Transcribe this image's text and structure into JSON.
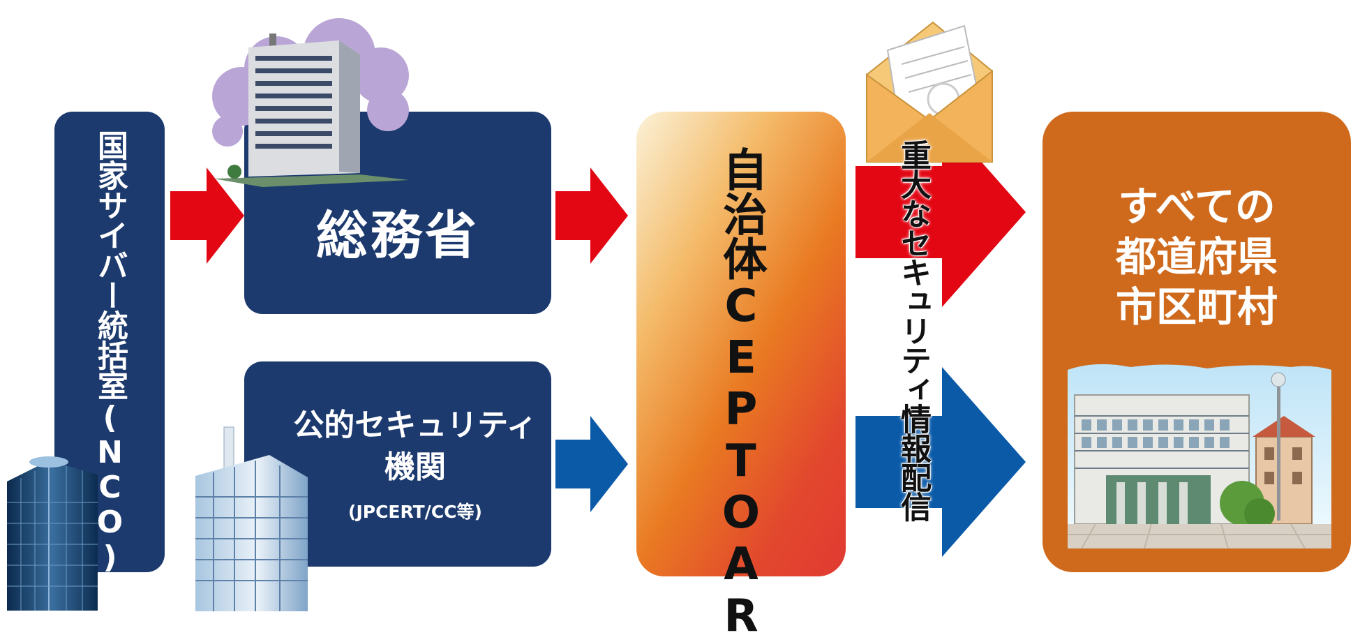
{
  "nco": {
    "label": "国家サイバー統括室(NCO)"
  },
  "mic": {
    "label": "総務省"
  },
  "jpcert": {
    "name_line1": "公的セキュリティ",
    "name_line2": "機関",
    "sub": "(JPCERT/CC等)"
  },
  "ceptoar": {
    "label": "自治体CEPTOAR"
  },
  "distribution": {
    "label": "重大なセキュリティ情報配信"
  },
  "local_gov": {
    "line1": "すべての",
    "line2": "都道府県",
    "line3": "市区町村"
  },
  "colors": {
    "navy": "#1c3a6e",
    "red_arrow": "#e30613",
    "blue_arrow": "#0a5aa8",
    "orange_box": "#cf6a1d"
  },
  "icons": [
    "nco-building-icon",
    "mic-building-icon",
    "jpcert-building-icon",
    "envelope-icon",
    "city-hall-icon"
  ]
}
